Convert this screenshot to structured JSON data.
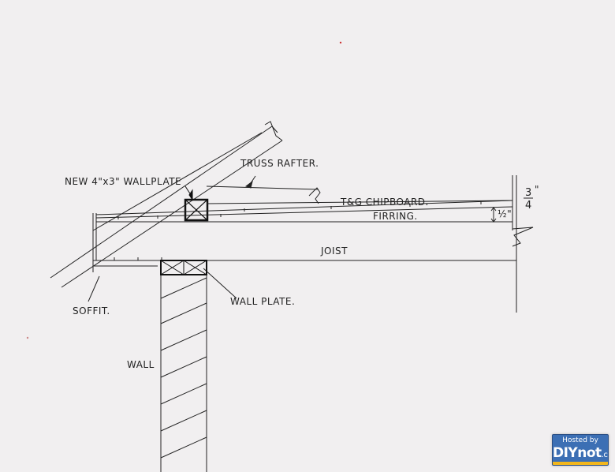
{
  "labels": {
    "wallplate_new": "NEW 4\"x3\" WALLPLATE",
    "truss_rafter": "TRUSS RAFTER.",
    "chipboard": "T&G CHIPBOARD.",
    "firring": "FIRRING.",
    "joist": "JOIST",
    "soffit": "SOFFIT.",
    "wall_plate": "WALL PLATE.",
    "wall": "WALL",
    "frac_num": "3",
    "frac_den": "4",
    "inch_mark": "\"",
    "half_inch": "½\""
  },
  "badge": {
    "top": "Hosted by",
    "brand": "DIYnot",
    "brand_suffix": ".com",
    "color": "#3c6fb4",
    "stripe_color": "#f2b61c"
  },
  "colors": {
    "paper": "#f1eff0",
    "ink": "#222222"
  }
}
